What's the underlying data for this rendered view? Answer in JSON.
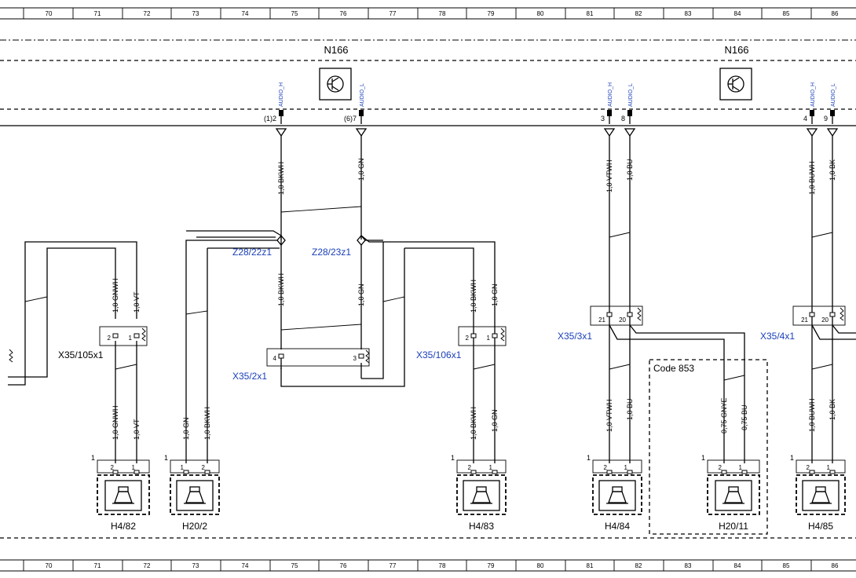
{
  "ruler": [
    "70",
    "71",
    "72",
    "73",
    "74",
    "75",
    "76",
    "77",
    "78",
    "79",
    "80",
    "81",
    "82",
    "83",
    "84",
    "85",
    "86"
  ],
  "modules": [
    "N166",
    "N166"
  ],
  "pins": {
    "audio_h": "AUDIO_H",
    "audio_l": "AUDIO_L",
    "p1": "(1)2",
    "p2": "(6)7",
    "p3": "3",
    "p4": "8",
    "p5": "4",
    "p6": "9"
  },
  "wires": {
    "w1": "1,0 BKWH",
    "w2": "1,0 GN",
    "w3": "1,0 VTWH",
    "w4": "1,0 BU",
    "w5": "1,0 BUWH",
    "w6": "1,0 BK",
    "w7": "1,0 GNWH",
    "w8": "1,0 VT",
    "w9": "0,75 GNYE",
    "w10": "0,75 BU"
  },
  "connectors": {
    "x35_105x1": "X35/105x1",
    "x35_2x1": "X35/2x1",
    "x35_106x1": "X35/106x1",
    "x35_3x1": "X35/3x1",
    "x35_4x1": "X35/4x1",
    "z28_22z1": "Z28/22z1",
    "z28_23z1": "Z28/23z1"
  },
  "cpins": {
    "n1": "1",
    "n2": "2",
    "n3": "3",
    "n4": "4",
    "n20": "20",
    "n21": "21"
  },
  "code_label": "Code 853",
  "components": [
    "H4/82",
    "H20/2",
    "H4/83",
    "H4/84",
    "H20/11",
    "H4/85"
  ]
}
